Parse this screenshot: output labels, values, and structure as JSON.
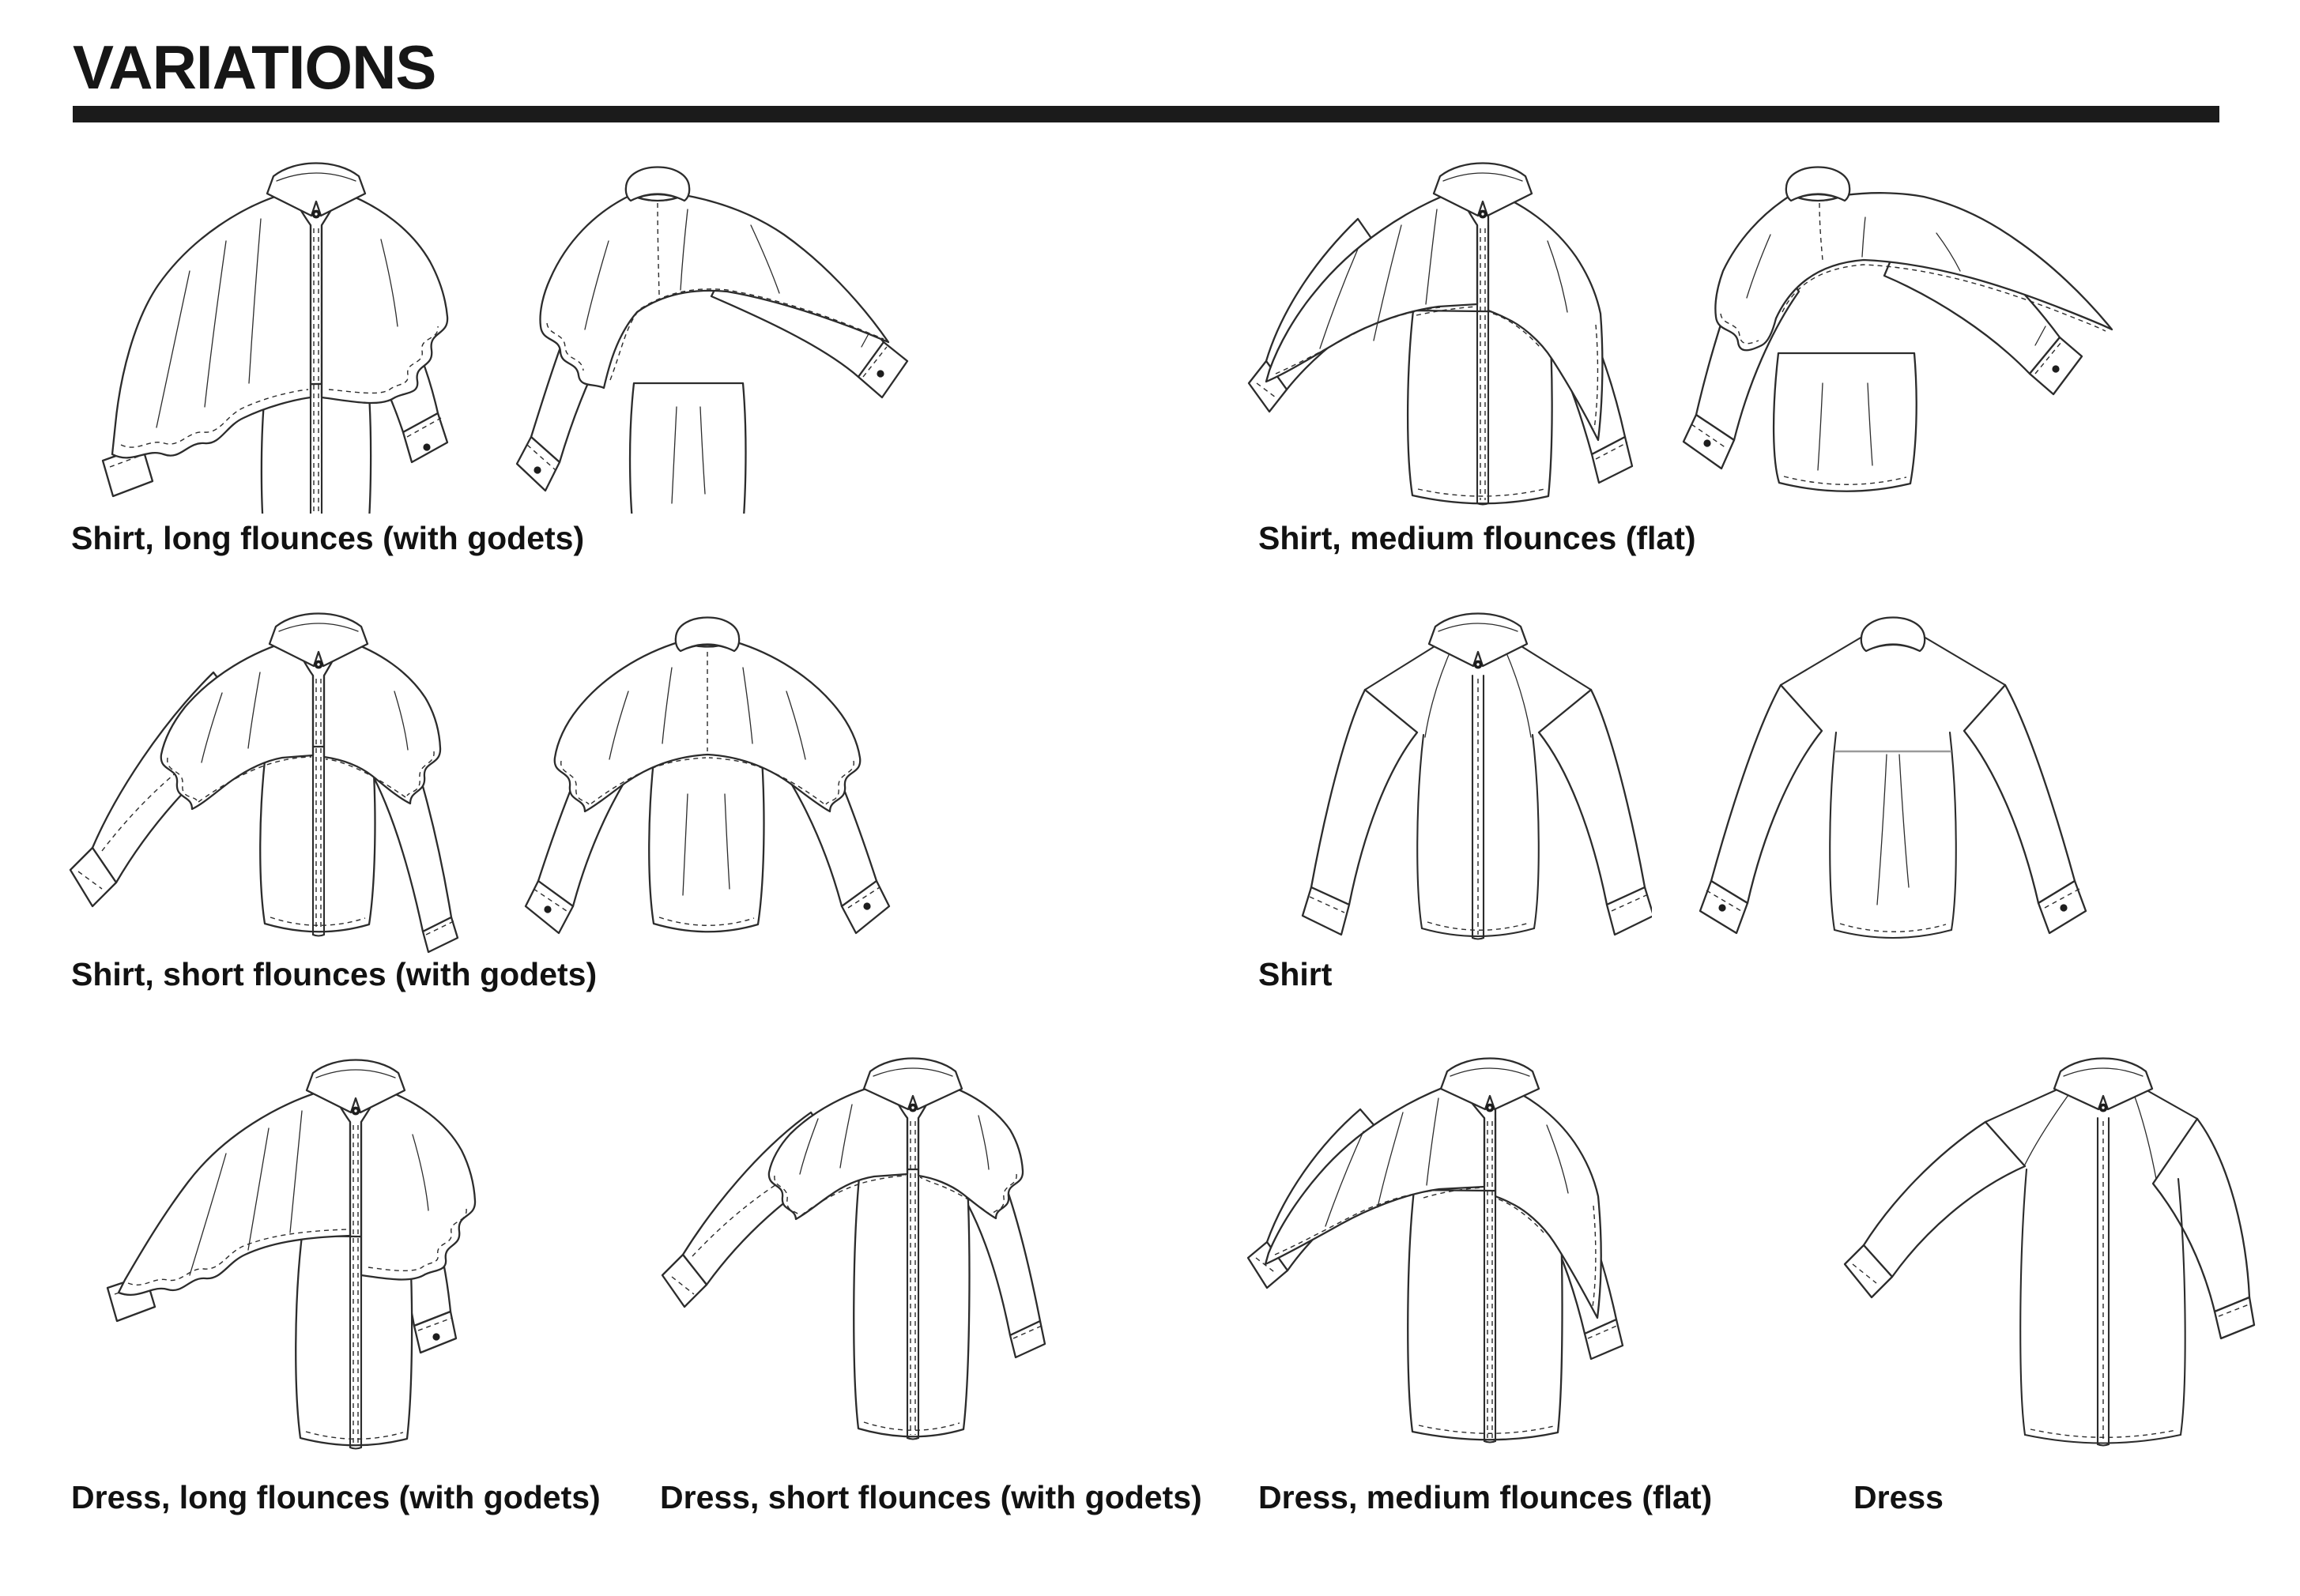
{
  "page": {
    "title": "VARIATIONS",
    "rule_color": "#1b1b1b",
    "text_color": "#121212",
    "line_color": "#2c2c2c",
    "background": "#ffffff"
  },
  "sections": [
    {
      "id": "shirt-long-flounces",
      "label": "Shirt, long flounces (with godets)",
      "views": "front and back flat drawing"
    },
    {
      "id": "shirt-medium-flounces",
      "label": "Shirt, medium flounces (flat)",
      "views": "front and back flat drawing"
    },
    {
      "id": "shirt-short-flounces",
      "label": "Shirt, short flounces (with godets)",
      "views": "front and back flat drawing"
    },
    {
      "id": "shirt",
      "label": "Shirt",
      "views": "front and back flat drawing"
    },
    {
      "id": "dress-long-flounces",
      "label": "Dress, long flounces (with godets)",
      "views": "front flat drawing"
    },
    {
      "id": "dress-short-flounces",
      "label": "Dress, short flounces (with godets)",
      "views": "front flat drawing"
    },
    {
      "id": "dress-medium-flounces",
      "label": "Dress, medium flounces (flat)",
      "views": "front flat drawing"
    },
    {
      "id": "dress",
      "label": "Dress",
      "views": "front flat drawing"
    }
  ]
}
